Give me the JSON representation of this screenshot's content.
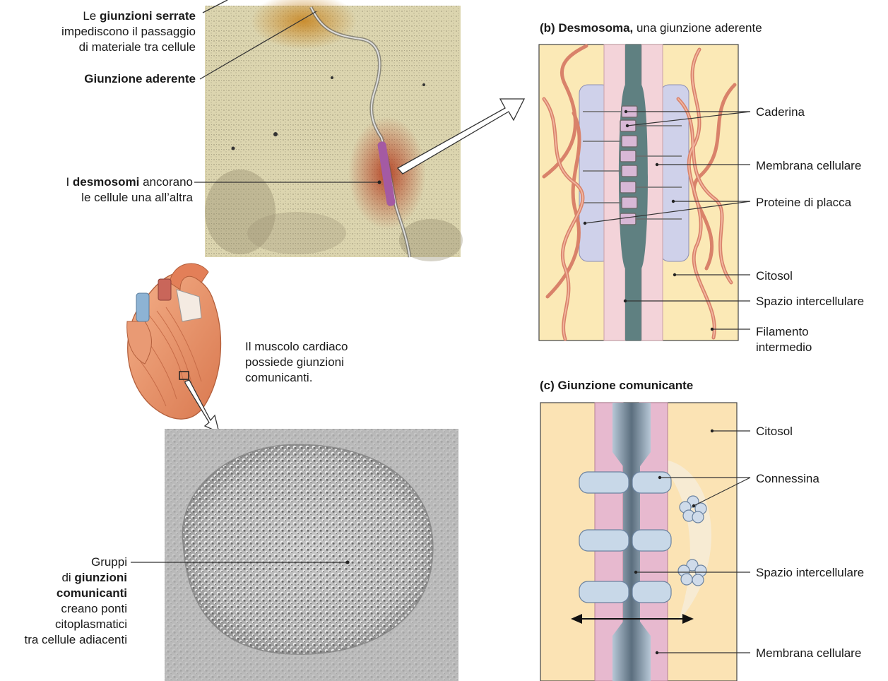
{
  "top_micrograph": {
    "label_tight_pre": "Le ",
    "label_tight_bold": "giunzioni serrate",
    "label_tight_rest1": "impediscono il passaggio",
    "label_tight_rest2": "di materiale tra cellule",
    "label_adherens": "Giunzione aderente",
    "label_desmo_pre": "I ",
    "label_desmo_bold": "desmosomi",
    "label_desmo_rest1": " ancorano",
    "label_desmo_rest2": "le cellule una all’altra"
  },
  "heart_note": {
    "line1": "Il muscolo cardiaco",
    "line2": "possiede giunzioni",
    "line3": "comunicanti."
  },
  "gap_micrograph": {
    "line1": "Gruppi",
    "line2_pre": "di ",
    "line2_bold": "giunzioni",
    "line3_bold": "comunicanti",
    "line4": "creano ponti",
    "line5": "citoplasmatici",
    "line6": "tra cellule adiacenti"
  },
  "panel_b": {
    "title_prefix": "(b) Desmosoma,",
    "title_rest": " una giunzione aderente",
    "labels": {
      "caderina": "Caderina",
      "membrana": "Membrana cellulare",
      "placca": "Proteine di placca",
      "citosol": "Citosol",
      "spazio": "Spazio intercellulare",
      "filamento1": "Filamento",
      "filamento2": "intermedio"
    }
  },
  "panel_c": {
    "title_prefix": "(c)  Giunzione comunicante",
    "labels": {
      "citosol": "Citosol",
      "connessina": "Connessina",
      "spazio": "Spazio intercellulare",
      "membrana": "Membrana cellulare"
    }
  }
}
